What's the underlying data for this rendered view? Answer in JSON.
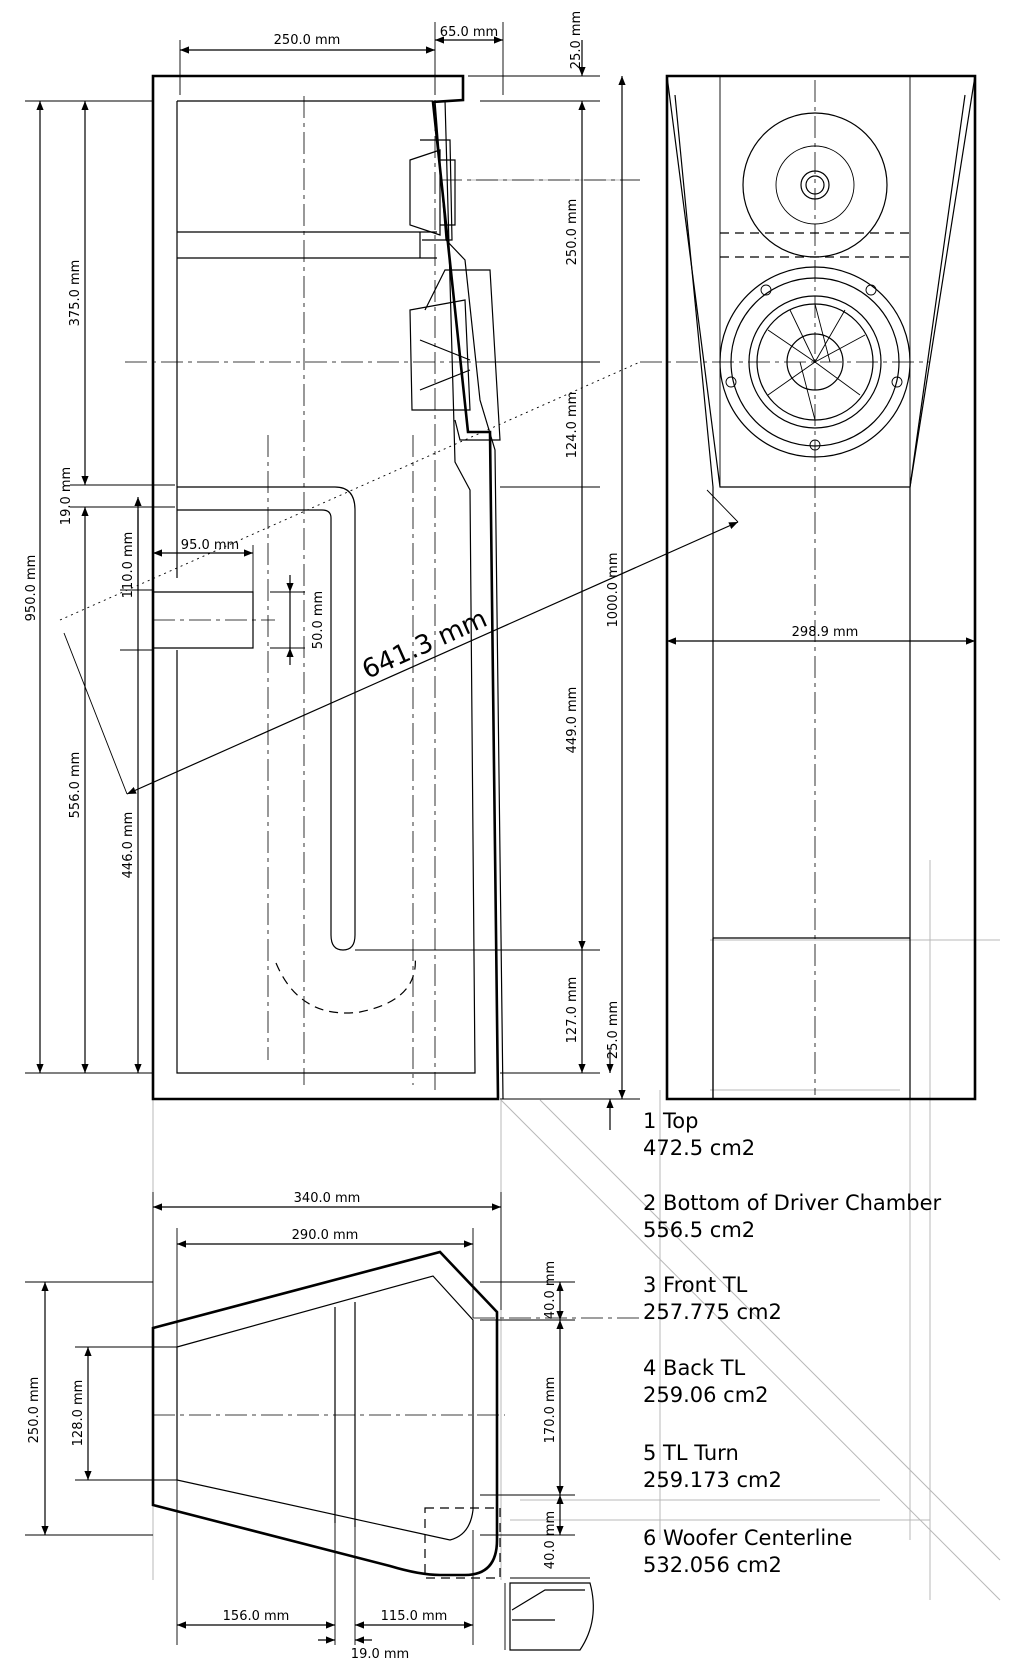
{
  "dimensions": {
    "side": {
      "w250": "250.0 mm",
      "w65": "65.0 mm",
      "top25": "25.0 mm",
      "h950": "950.0 mm",
      "h375": "375.0 mm",
      "h19": "19.0 mm",
      "h556": "556.0 mm",
      "h446": "446.0 mm",
      "h110": "110.0 mm",
      "w95": "95.0 mm",
      "h50": "50.0 mm",
      "diag": "641.3 mm",
      "r250": "250.0 mm",
      "r124": "124.0 mm",
      "r449": "449.0 mm",
      "r127": "127.0 mm",
      "r25": "25.0 mm",
      "r1000": "1000.0 mm"
    },
    "front": {
      "w298": "298.9 mm"
    },
    "plan": {
      "w340": "340.0 mm",
      "w290": "290.0 mm",
      "h250": "250.0 mm",
      "h128": "128.0 mm",
      "r40a": "40.0 mm",
      "r170": "170.0 mm",
      "r40b": "40.0 mm",
      "w156": "156.0 mm",
      "w115": "115.0 mm",
      "w19": "19.0 mm"
    }
  },
  "areas": [
    {
      "name": "1 Top",
      "value": "472.5 cm2"
    },
    {
      "name": "2 Bottom of Driver Chamber",
      "value": "556.5 cm2"
    },
    {
      "name": "3 Front TL",
      "value": "257.775 cm2"
    },
    {
      "name": "4 Back TL",
      "value": "259.06 cm2"
    },
    {
      "name": "5 TL Turn",
      "value": "259.173 cm2"
    },
    {
      "name": "6 Woofer Centerline",
      "value": "532.056 cm2"
    }
  ]
}
